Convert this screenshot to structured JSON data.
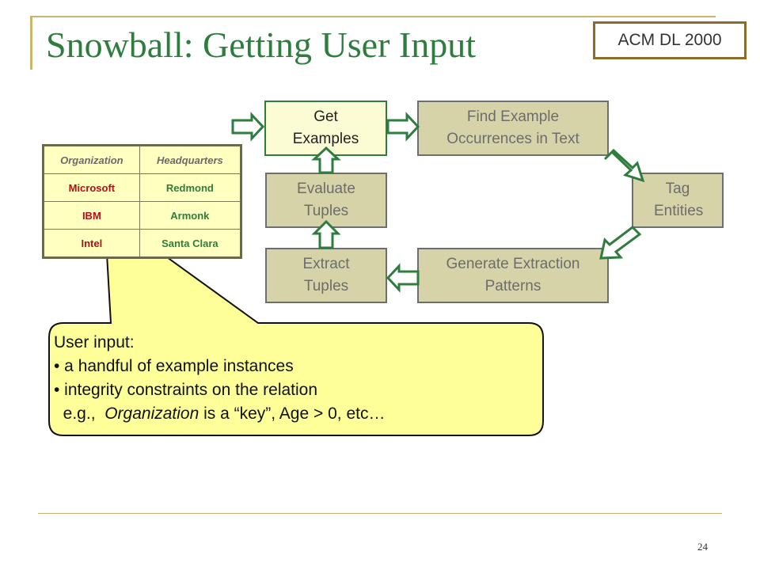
{
  "title": "Snowball: Getting User Input",
  "venue": "ACM DL 2000",
  "page_number": "24",
  "table": {
    "headers": [
      "Organization",
      "Headquarters"
    ],
    "rows": [
      [
        "Microsoft",
        "Redmond"
      ],
      [
        "IBM",
        "Armonk"
      ],
      [
        "Intel",
        "Santa Clara"
      ]
    ]
  },
  "steps": {
    "get_examples": "Get Examples",
    "find_example": "Find Example Occurrences in Text",
    "tag_entities": "Tag Entities",
    "generate_patterns": "Generate Extraction Patterns",
    "extract_tuples": "Extract Tuples",
    "evaluate_tuples": "Evaluate Tuples"
  },
  "callout": {
    "heading": "User input:",
    "bullet1": "• a handful of example instances",
    "bullet2": "• integrity constraints on the relation",
    "example_prefix": "  e.g.,  ",
    "example_italic": "Organization",
    "example_suffix": " is a “key”, Age > 0, etc…"
  },
  "colors": {
    "title": "#2e7d3e",
    "arrow": "#2e7d3e",
    "box_fill": "#d6d3a8",
    "active_box_fill": "#fcfcd4",
    "callout_fill": "#ffff99"
  }
}
